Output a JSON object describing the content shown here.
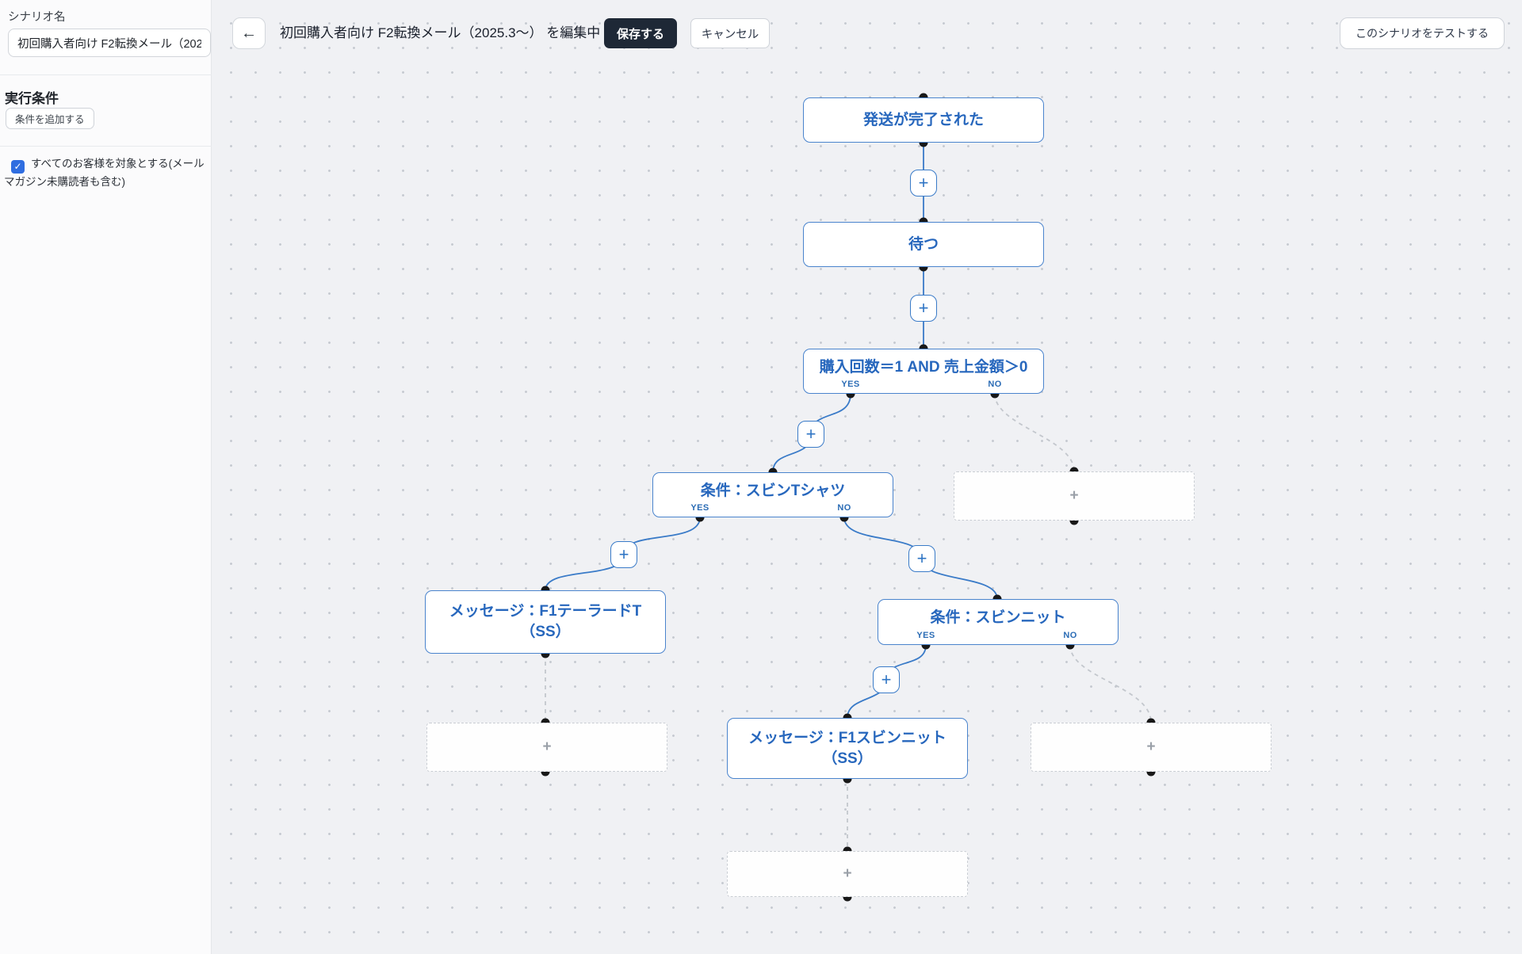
{
  "sidebar": {
    "scenario_name_label": "シナリオ名",
    "scenario_name_value": "初回購入者向け F2転換メール（2025.3〜）",
    "conditions_heading": "実行条件",
    "add_condition_button": "条件を追加する",
    "all_customers_checkbox": {
      "checked": true,
      "check_glyph": "✓",
      "label": "すべてのお客様を対象とする(メールマガジン未購読者も含む)"
    }
  },
  "header": {
    "back_glyph": "←",
    "title": "初回購入者向け F2転換メール（2025.3〜） を編集中",
    "save_button": "保存する",
    "cancel_button": "キャンセル",
    "test_button": "このシナリオをテストする"
  },
  "flow": {
    "plus_glyph": "+",
    "placeholder_plus_glyph": "+",
    "yes_label": "YES",
    "no_label": "NO",
    "nodes": [
      {
        "label": "発送が完了された"
      },
      {
        "label": "待つ"
      },
      {
        "label": "購入回数＝1 AND 売上金額＞0",
        "yes": "YES",
        "no": "NO"
      },
      {
        "label": "条件：スビンTシャツ",
        "yes": "YES",
        "no": "NO"
      },
      {
        "line1": "メッセージ：F1テーラードT",
        "line2": "（SS）"
      },
      {
        "label": "条件：スビンニット",
        "yes": "YES",
        "no": "NO"
      },
      {
        "line1": "メッセージ：F1スビンニット",
        "line2": "（SS）"
      }
    ]
  },
  "colors": {
    "accent_blue": "#2e6fc0",
    "node_border_blue": "#4a84cd",
    "save_button_dark": "#1e2836",
    "dashed_gray": "#c3c7cd",
    "dot_black": "#181818",
    "canvas_bg": "#f0f1f4"
  }
}
